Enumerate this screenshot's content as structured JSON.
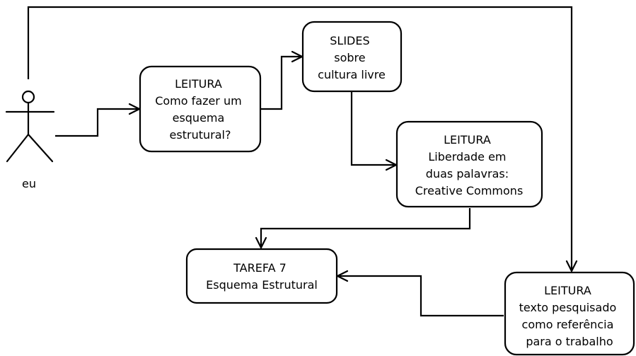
{
  "actor": {
    "label": "eu"
  },
  "nodes": {
    "leitura_esquema": {
      "lines": [
        "LEITURA",
        "Como fazer um",
        "esquema",
        "estrutural?"
      ]
    },
    "slides": {
      "lines": [
        "SLIDES",
        "sobre",
        "cultura livre"
      ]
    },
    "leitura_liberdade": {
      "lines": [
        "LEITURA",
        "Liberdade em",
        "duas palavras:",
        "Creative Commons"
      ]
    },
    "tarefa": {
      "lines": [
        "TAREFA 7",
        "Esquema Estrutural"
      ]
    },
    "leitura_texto": {
      "lines": [
        "LEITURA",
        "texto pesquisado",
        "como referência",
        "para o trabalho"
      ]
    }
  }
}
